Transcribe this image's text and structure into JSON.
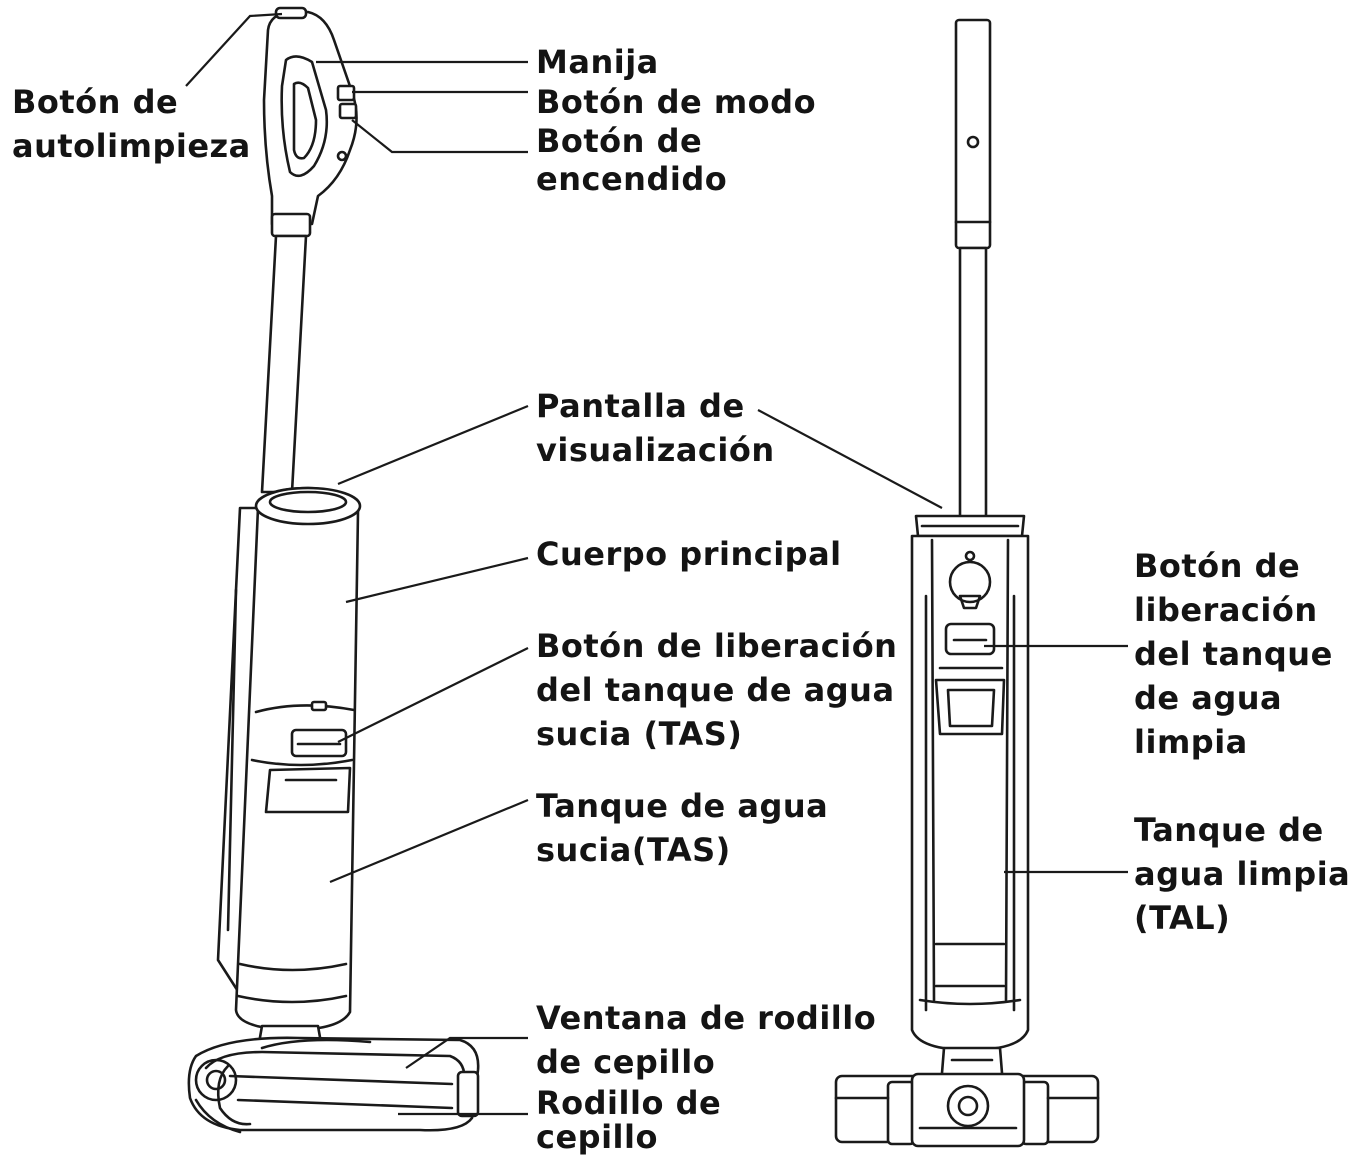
{
  "labels": {
    "autolimpieza": [
      "Botón de",
      "autolimpieza"
    ],
    "manija": [
      "Manija"
    ],
    "modo": [
      "Botón de modo"
    ],
    "encendido": [
      "Botón de",
      "encendido"
    ],
    "pantalla": [
      "Pantalla de",
      "visualización"
    ],
    "cuerpo": [
      "Cuerpo principal"
    ],
    "liberacion_tas": [
      "Botón de liberación",
      "del tanque de agua",
      "sucia (TAS)"
    ],
    "tanque_tas": [
      "Tanque de agua",
      "sucia(TAS)"
    ],
    "ventana_rodillo": [
      "Ventana de rodillo",
      "de cepillo"
    ],
    "rodillo": [
      "Rodillo de",
      "cepillo"
    ],
    "liberacion_tal": [
      "Botón de",
      "liberación",
      "del tanque",
      "de agua",
      "limpia"
    ],
    "tanque_tal": [
      "Tanque de",
      "agua limpia",
      "(TAL)"
    ]
  },
  "colors": {
    "ink": "#1a1a1a",
    "background": "#ffffff"
  }
}
